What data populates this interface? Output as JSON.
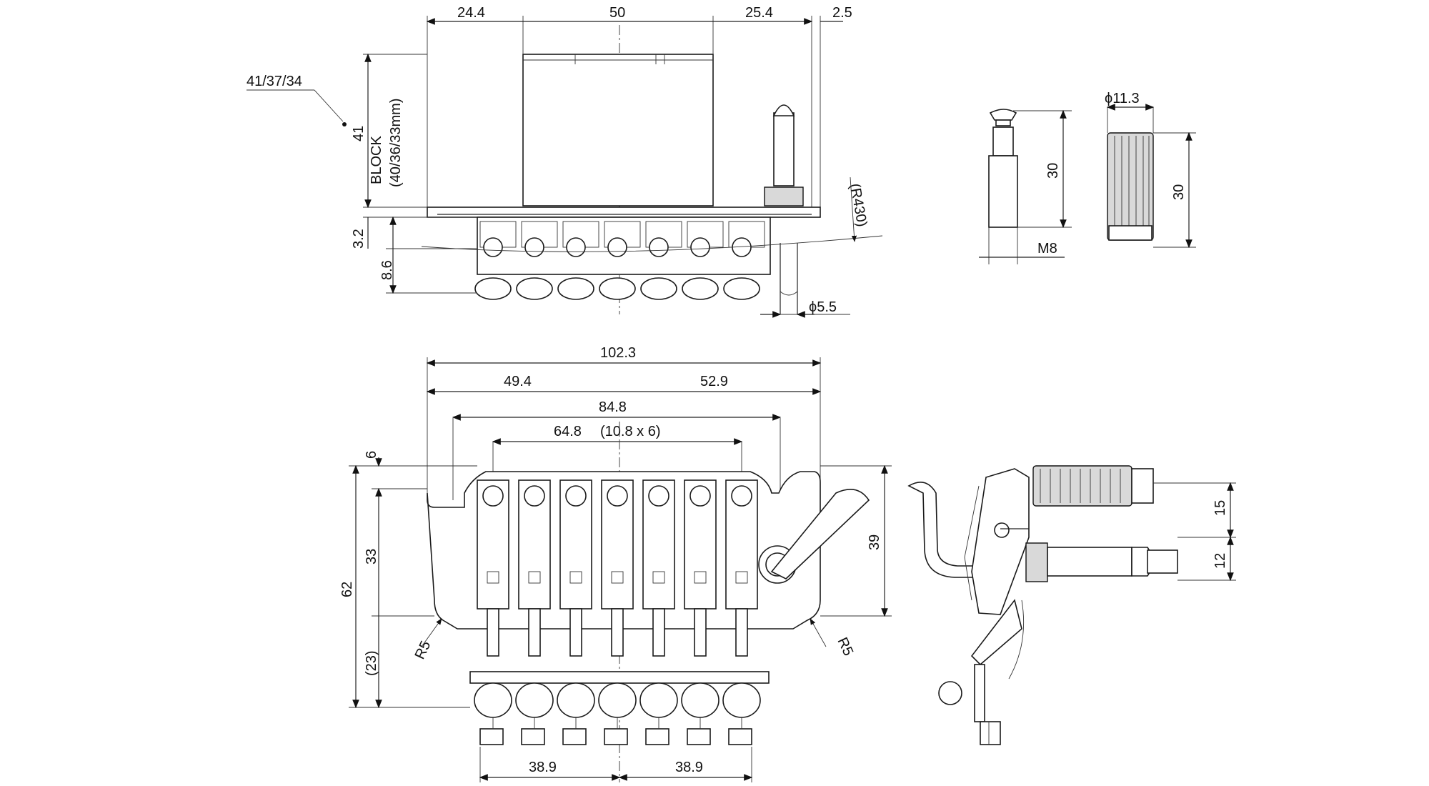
{
  "top_view": {
    "dims": {
      "w_left": "24.4",
      "w_center": "50",
      "w_right": "25.4",
      "w_edge": "2.5",
      "block_sizes": "41/37/34",
      "height": "41",
      "block_label": "BLOCK",
      "block_sub": "(40/36/33mm)",
      "radius": "(R430)",
      "plate": "3.2",
      "saddle_h": "8.6",
      "arm_dia": "ϕ5.5"
    }
  },
  "arm_tip_view": {
    "dims": {
      "length": "30",
      "thread": "M8"
    }
  },
  "knob_view": {
    "dims": {
      "diameter": "ϕ11.3",
      "length": "30"
    }
  },
  "plan_view": {
    "dims": {
      "overall": "102.3",
      "left_span": "49.4",
      "right_span": "52.9",
      "post_span": "84.8",
      "string_span": "64.8",
      "string_spacing": "(10.8 x 6)",
      "top_offset": "6",
      "mid_height": "33",
      "total_height": "62",
      "lower_height": "(23)",
      "right_height": "39",
      "radius_left": "R5",
      "radius_right": "R5",
      "fine_left": "38.9",
      "fine_right": "38.9"
    }
  },
  "side_view": {
    "dims": {
      "upper": "15",
      "lower": "12"
    }
  }
}
